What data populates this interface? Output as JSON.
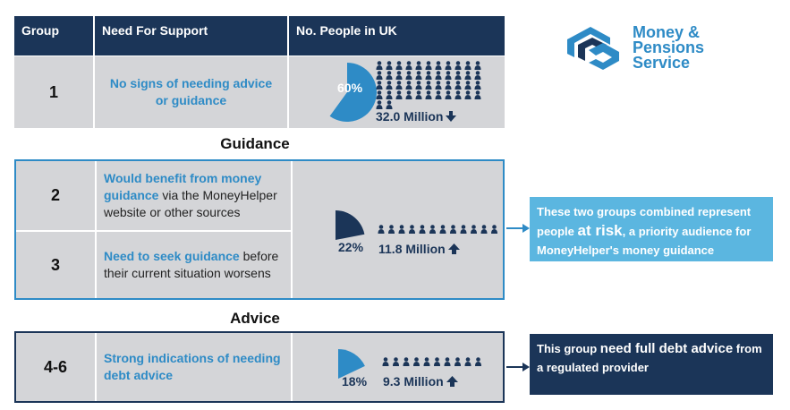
{
  "header": {
    "group": "Group",
    "need": "Need For Support",
    "people": "No. People in UK"
  },
  "logo": {
    "line1": "Money &",
    "line2": "Pensions",
    "line3": "Service",
    "color": "#2e8bc6"
  },
  "group1": {
    "number": "1",
    "need": "No signs of needing advice or guidance",
    "percent": "60%",
    "percent_value": 60,
    "people": "32.0 Million",
    "trend": "down"
  },
  "guidance": {
    "title": "Guidance",
    "group2": {
      "number": "2",
      "need_hl": "Would benefit from money guidance",
      "need_rest": "via the MoneyHelper website or other sources"
    },
    "group3": {
      "number": "3",
      "need_hl": "Need to seek guidance",
      "need_rest": "before their current situation worsens"
    },
    "percent": "22%",
    "percent_value": 22,
    "people": "11.8 Million",
    "trend": "up",
    "callout_pre": "These two groups combined represent people",
    "callout_big": "at risk",
    "callout_post": ", a priority audience for MoneyHelper's money guidance"
  },
  "advice": {
    "title": "Advice",
    "number": "4-6",
    "need": "Strong indications of needing debt advice",
    "percent": "18%",
    "percent_value": 18,
    "people": "9.3 Million",
    "trend": "up",
    "callout_pre": "This group",
    "callout_big": "need full debt advice",
    "callout_post": "from a regulated provider"
  },
  "colors": {
    "navy": "#1b3558",
    "blue": "#2e8bc6",
    "light_blue": "#5bb6e0",
    "grey": "#d4d5d8"
  }
}
